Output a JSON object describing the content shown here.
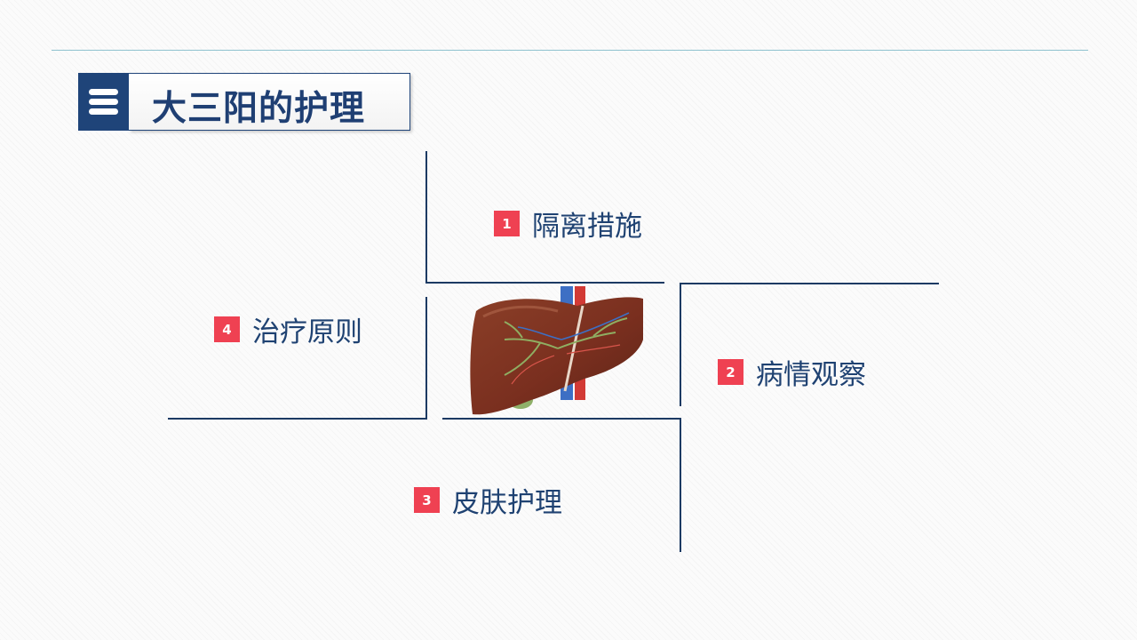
{
  "header": {
    "section_icon": "list-icon",
    "title": "大三阳的护理"
  },
  "items": [
    {
      "number": "1",
      "label": "隔离措施"
    },
    {
      "number": "2",
      "label": "病情观察"
    },
    {
      "number": "3",
      "label": "皮肤护理"
    },
    {
      "number": "4",
      "label": "治疗原则"
    }
  ],
  "center_image": {
    "icon": "liver-illustration"
  },
  "colors": {
    "accent": "#ef4152",
    "navy": "#1f4479",
    "rule": "#8fc2cf",
    "text": "#1f4272"
  }
}
